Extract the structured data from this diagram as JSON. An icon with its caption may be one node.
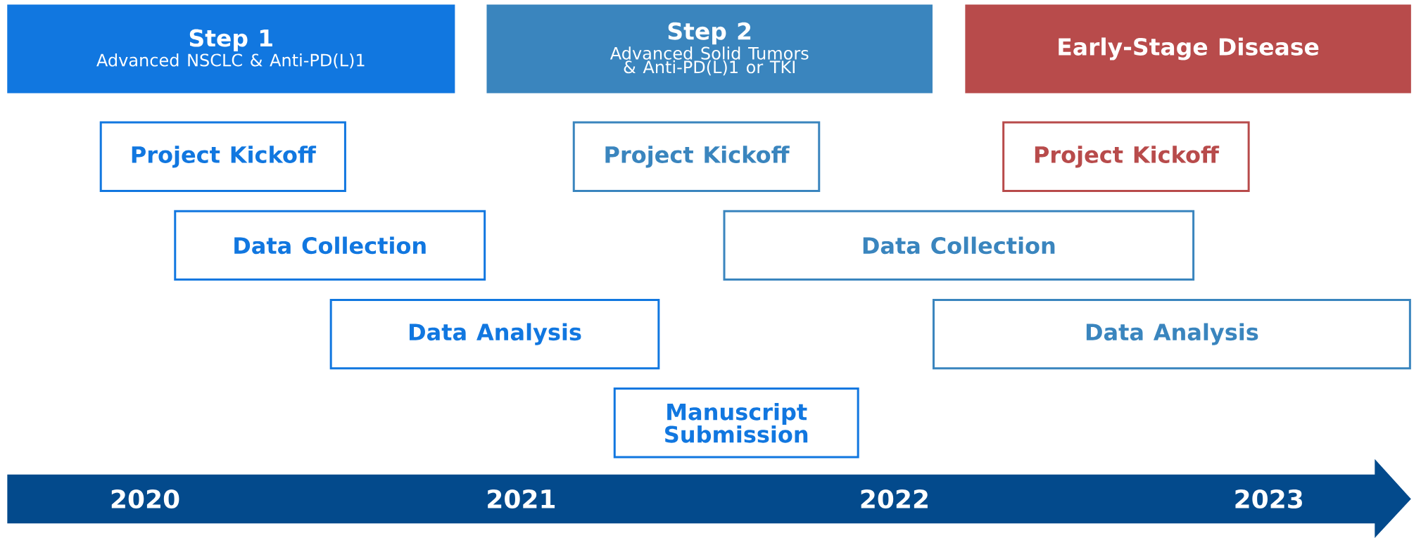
{
  "diagram": {
    "nodes": [
      {
        "text": [
          "Step 1",
          "Advanced NSCLC & Anti-PD(L)1"
        ]
      },
      {
        "text": [
          "Step 2",
          "Advanced Solid Tumors & Anti-PD(L)1 or TKI"
        ]
      },
      {
        "text": [
          "Early-Stage Disease"
        ]
      },
      {
        "text": [
          "Project Kickoff"
        ]
      },
      {
        "text": [
          "Project Kickoff"
        ]
      },
      {
        "text": [
          "Project Kickoff"
        ]
      },
      {
        "text": [
          "Data Collection"
        ]
      },
      {
        "text": [
          "Data Collection"
        ]
      },
      {
        "text": [
          "Data Analysis"
        ]
      },
      {
        "text": [
          "Data Analysis"
        ]
      },
      {
        "text": [
          "Manuscript Submission"
        ]
      }
    ],
    "labels": [
      "2020",
      "2021",
      "2022",
      "2023"
    ]
  }
}
